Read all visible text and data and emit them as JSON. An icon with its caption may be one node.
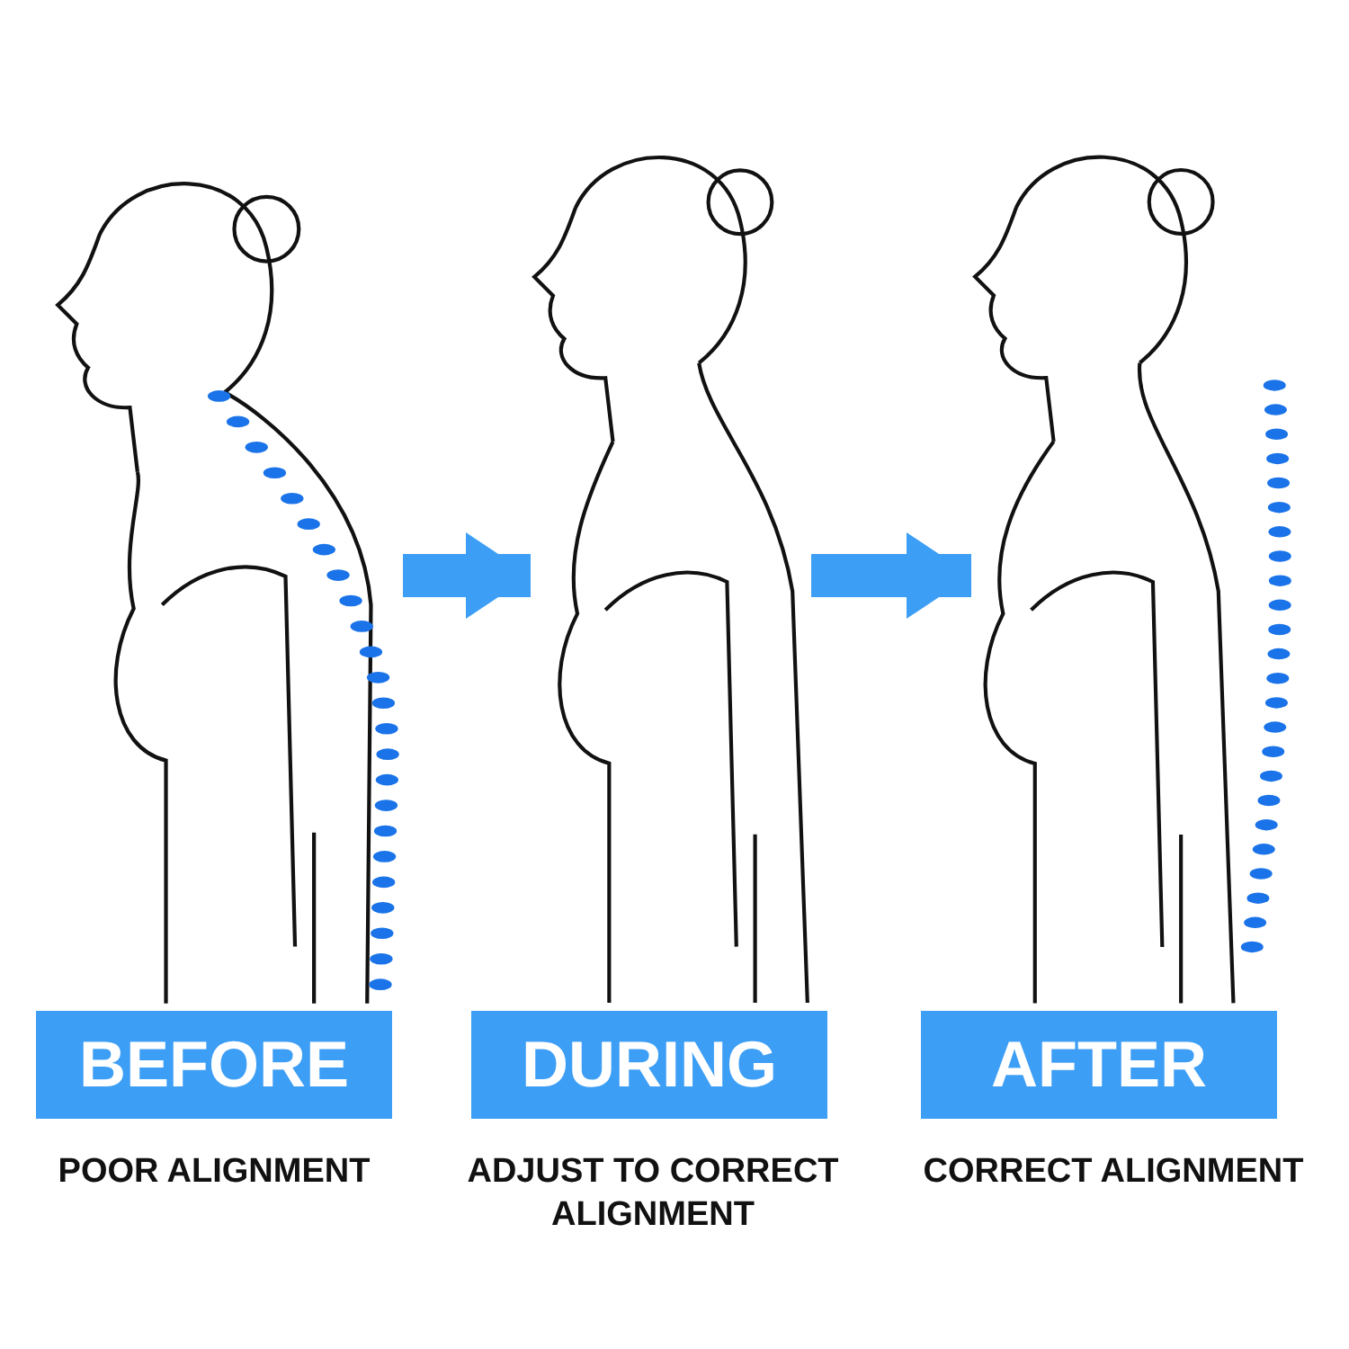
{
  "diagram": {
    "nodes": [
      {
        "text": [],
        "shape": "person"
      },
      {
        "text": [
          "BEFORE"
        ],
        "beside": [
          "POOR ALIGNMENT"
        ]
      },
      {
        "text": [],
        "shape": "person"
      },
      {
        "text": [
          "DURING"
        ],
        "beside": [
          "ADJUST TO CORRECT ALIGNMENT"
        ]
      },
      {
        "text": [],
        "shape": "person"
      },
      {
        "text": [
          "AFTER"
        ],
        "beside": [
          "CORRECT ALIGNMENT"
        ]
      }
    ],
    "edges": [
      {
        "from": 0,
        "to": 2,
        "arrow": "to"
      },
      {
        "from": 2,
        "to": 4,
        "arrow": "to"
      }
    ]
  }
}
